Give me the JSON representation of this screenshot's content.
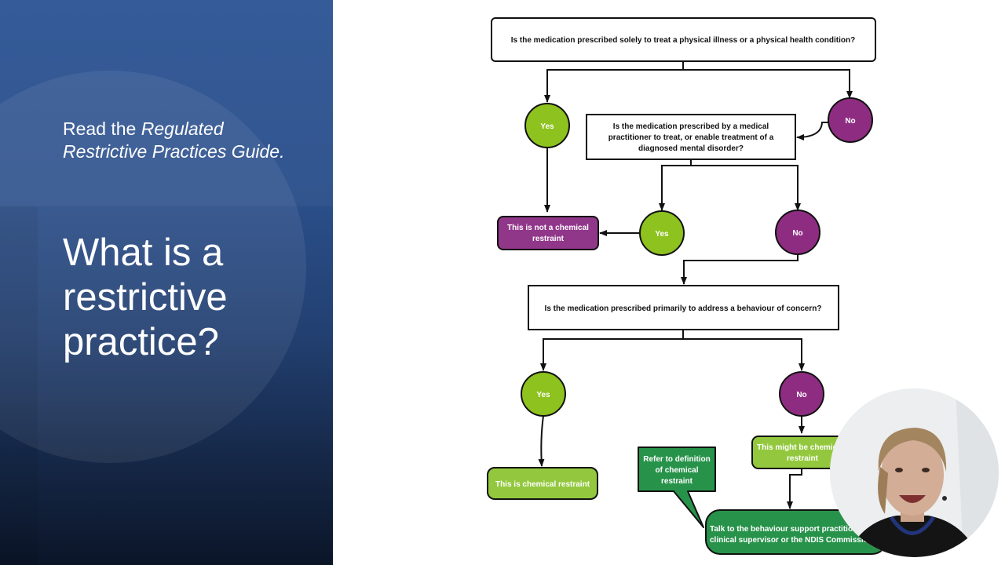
{
  "left": {
    "note_prefix": "Read the ",
    "note_italic": "Regulated Restrictive Practices Guide.",
    "title": "What is a restrictive practice?"
  },
  "flowchart": {
    "q1": "Is the medication prescribed solely to treat a physical illness or a physical health condition?",
    "q1_yes": "Yes",
    "q1_no": "No",
    "q2_lines": [
      "Is the medication prescribed by a medical",
      "practitioner to treat, or enable treatment of a",
      "diagnosed mental disorder?"
    ],
    "q2_yes": "Yes",
    "q2_no": "No",
    "not_chemical_lines": [
      "This is not a chemical",
      "restraint"
    ],
    "q3": "Is the medication prescribed primarily to address a behaviour of concern?",
    "q3_yes": "Yes",
    "q3_no": "No",
    "is_chemical": "This is chemical restraint",
    "might_be_lines": [
      "This might be chemical",
      "restraint"
    ],
    "refer_lines": [
      "Refer to definition",
      "of chemical",
      "restraint"
    ],
    "talk_lines": [
      "Talk to the behaviour support practitioner,",
      "clinical supervisor or the NDIS Commission."
    ]
  },
  "colors": {
    "yes_fill": "#8dc21f",
    "no_fill": "#8e2c82",
    "not_chemical_fill": "#91378a",
    "might_be_fill": "#93c83e",
    "talk_fill": "#27924a",
    "panel_blue": "#2b5190"
  }
}
